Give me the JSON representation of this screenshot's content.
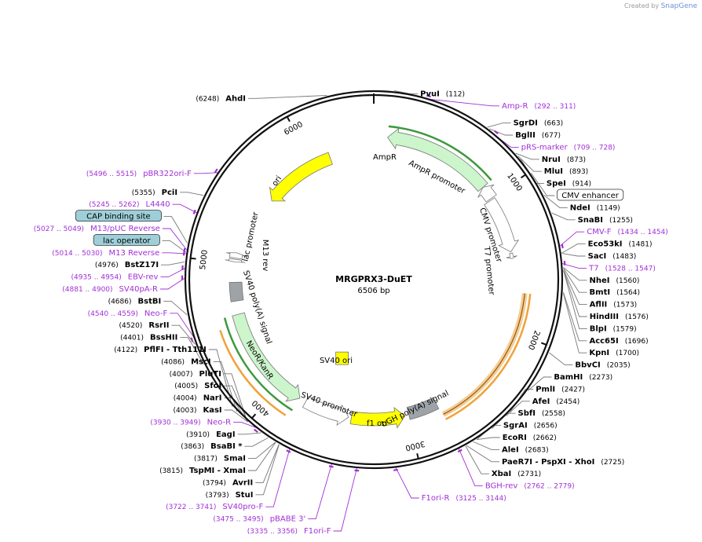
{
  "credit": {
    "created_by": "Created by",
    "brand": "SnapGene"
  },
  "plasmid": {
    "name": "MRGPRX3-DuET",
    "length": "6506 bp",
    "total_bp": 6506
  },
  "ticks": [
    {
      "bp": 1000,
      "label": "1000"
    },
    {
      "bp": 2000,
      "label": "2000"
    },
    {
      "bp": 3000,
      "label": "3000"
    },
    {
      "bp": 4000,
      "label": "4000"
    },
    {
      "bp": 5000,
      "label": "5000"
    },
    {
      "bp": 6000,
      "label": "6000"
    }
  ],
  "enzymes": [
    {
      "name": "PvuI",
      "pos": "(112)",
      "bp": 112,
      "side": "R"
    },
    {
      "name": "SgrDI",
      "pos": "(663)",
      "bp": 663,
      "side": "R"
    },
    {
      "name": "BglII",
      "pos": "(677)",
      "bp": 677,
      "side": "R"
    },
    {
      "name": "NruI",
      "pos": "(873)",
      "bp": 873,
      "side": "R"
    },
    {
      "name": "MluI",
      "pos": "(893)",
      "bp": 893,
      "side": "R"
    },
    {
      "name": "SpeI",
      "pos": "(914)",
      "bp": 914,
      "side": "R"
    },
    {
      "name": "NdeI",
      "pos": "(1149)",
      "bp": 1149,
      "side": "R"
    },
    {
      "name": "SnaBI",
      "pos": "(1255)",
      "bp": 1255,
      "side": "R"
    },
    {
      "name": "Eco53kI",
      "pos": "(1481)",
      "bp": 1481,
      "side": "R"
    },
    {
      "name": "SacI",
      "pos": "(1483)",
      "bp": 1483,
      "side": "R"
    },
    {
      "name": "NheI",
      "pos": "(1560)",
      "bp": 1560,
      "side": "R"
    },
    {
      "name": "BmtI",
      "pos": "(1564)",
      "bp": 1564,
      "side": "R"
    },
    {
      "name": "AflII",
      "pos": "(1573)",
      "bp": 1573,
      "side": "R"
    },
    {
      "name": "HindIII",
      "pos": "(1576)",
      "bp": 1576,
      "side": "R"
    },
    {
      "name": "BlpI",
      "pos": "(1579)",
      "bp": 1579,
      "side": "R"
    },
    {
      "name": "Acc65I",
      "pos": "(1696)",
      "bp": 1696,
      "side": "R"
    },
    {
      "name": "KpnI",
      "pos": "(1700)",
      "bp": 1700,
      "side": "R"
    },
    {
      "name": "BbvCI",
      "pos": "(2035)",
      "bp": 2035,
      "side": "R"
    },
    {
      "name": "BamHI",
      "pos": "(2273)",
      "bp": 2273,
      "side": "R"
    },
    {
      "name": "PmlI",
      "pos": "(2427)",
      "bp": 2427,
      "side": "R"
    },
    {
      "name": "AfeI",
      "pos": "(2454)",
      "bp": 2454,
      "side": "R"
    },
    {
      "name": "SbfI",
      "pos": "(2558)",
      "bp": 2558,
      "side": "R"
    },
    {
      "name": "SgrAI",
      "pos": "(2656)",
      "bp": 2656,
      "side": "R"
    },
    {
      "name": "EcoRI",
      "pos": "(2662)",
      "bp": 2662,
      "side": "R"
    },
    {
      "name": "AleI",
      "pos": "(2683)",
      "bp": 2683,
      "side": "R"
    },
    {
      "name": "PaeR7I - PspXI - XhoI",
      "pos": "(2725)",
      "bp": 2725,
      "side": "R"
    },
    {
      "name": "XbaI",
      "pos": "(2731)",
      "bp": 2731,
      "side": "R"
    },
    {
      "name": "StuI",
      "pos": "(3793)",
      "bp": 3793,
      "side": "L"
    },
    {
      "name": "AvrII",
      "pos": "(3794)",
      "bp": 3794,
      "side": "L"
    },
    {
      "name": "TspMI - XmaI",
      "pos": "(3815)",
      "bp": 3815,
      "side": "L"
    },
    {
      "name": "SmaI",
      "pos": "(3817)",
      "bp": 3817,
      "side": "L"
    },
    {
      "name": "BsaBI *",
      "pos": "(3863)",
      "bp": 3863,
      "side": "L"
    },
    {
      "name": "EagI",
      "pos": "(3910)",
      "bp": 3910,
      "side": "L"
    },
    {
      "name": "KasI",
      "pos": "(4003)",
      "bp": 4003,
      "side": "L"
    },
    {
      "name": "NarI",
      "pos": "(4004)",
      "bp": 4004,
      "side": "L"
    },
    {
      "name": "SfoI",
      "pos": "(4005)",
      "bp": 4005,
      "side": "L"
    },
    {
      "name": "PluTI",
      "pos": "(4007)",
      "bp": 4007,
      "side": "L"
    },
    {
      "name": "MscI",
      "pos": "(4086)",
      "bp": 4086,
      "side": "L"
    },
    {
      "name": "PflFI - Tth111I",
      "pos": "(4122)",
      "bp": 4122,
      "side": "L"
    },
    {
      "name": "BssHII",
      "pos": "(4401)",
      "bp": 4401,
      "side": "L"
    },
    {
      "name": "RsrII",
      "pos": "(4520)",
      "bp": 4520,
      "side": "L"
    },
    {
      "name": "BstBI",
      "pos": "(4686)",
      "bp": 4686,
      "side": "L"
    },
    {
      "name": "BstZ17I",
      "pos": "(4976)",
      "bp": 4976,
      "side": "L"
    },
    {
      "name": "PciI",
      "pos": "(5355)",
      "bp": 5355,
      "side": "L"
    },
    {
      "name": "AhdI",
      "pos": "(6248)",
      "bp": 6248,
      "side": "L"
    }
  ],
  "primers": [
    {
      "name": "Amp-R",
      "pos": "(292 .. 311)",
      "bp": 301,
      "side": "R"
    },
    {
      "name": "pRS-marker",
      "pos": "(709 .. 728)",
      "bp": 718,
      "side": "R"
    },
    {
      "name": "CMV-F",
      "pos": "(1434 .. 1454)",
      "bp": 1444,
      "side": "R"
    },
    {
      "name": "T7",
      "pos": "(1528 .. 1547)",
      "bp": 1537,
      "side": "R"
    },
    {
      "name": "BGH-rev",
      "pos": "(2762 .. 2779)",
      "bp": 2770,
      "side": "R"
    },
    {
      "name": "F1ori-R",
      "pos": "(3125 .. 3144)",
      "bp": 3134,
      "side": "R"
    },
    {
      "name": "F1ori-F",
      "pos": "(3335 .. 3356)",
      "bp": 3345,
      "side": "L"
    },
    {
      "name": "pBABE 3'",
      "pos": "(3475 .. 3495)",
      "bp": 3485,
      "side": "L"
    },
    {
      "name": "SV40pro-F",
      "pos": "(3722 .. 3741)",
      "bp": 3731,
      "side": "L"
    },
    {
      "name": "Neo-R",
      "pos": "(3930 .. 3949)",
      "bp": 3939,
      "side": "L"
    },
    {
      "name": "Neo-F",
      "pos": "(4540 .. 4559)",
      "bp": 4549,
      "side": "L"
    },
    {
      "name": "SV40pA-R",
      "pos": "(4881 .. 4900)",
      "bp": 4890,
      "side": "L"
    },
    {
      "name": "EBV-rev",
      "pos": "(4935 .. 4954)",
      "bp": 4944,
      "side": "L"
    },
    {
      "name": "M13 Reverse",
      "pos": "(5014 .. 5030)",
      "bp": 5022,
      "side": "L"
    },
    {
      "name": "M13/pUC Reverse",
      "pos": "(5027 .. 5049)",
      "bp": 5038,
      "side": "L"
    },
    {
      "name": "L4440",
      "pos": "(5245 .. 5262)",
      "bp": 5253,
      "side": "L"
    },
    {
      "name": "pBR322ori-F",
      "pos": "(5496 .. 5515)",
      "bp": 5505,
      "side": "L"
    }
  ],
  "boxed_features": [
    {
      "name": "CMV enhancer",
      "bp": 1010,
      "fill": "#ffffff"
    },
    {
      "name": "CAP binding site",
      "bp": 5080,
      "fill": "#9ecfd9"
    },
    {
      "name": "lac operator",
      "bp": 5030,
      "fill": "#9ecfd9"
    }
  ],
  "features": [
    {
      "name": "AmpR",
      "start": 100,
      "end": 900,
      "color": "#ccf5cc",
      "dir": "ccw"
    },
    {
      "name": "AmpR promoter",
      "start": 900,
      "end": 1000,
      "color": "#ffffff",
      "dir": "ccw"
    },
    {
      "name": "CMV promoter",
      "start": 1010,
      "end": 1420,
      "color": "#ffffff",
      "dir": "cw"
    },
    {
      "name": "T7 promoter",
      "start": 1430,
      "end": 1470,
      "color": "#ffffff",
      "dir": "cw"
    },
    {
      "name": "MRGPRX3",
      "start": 1720,
      "end": 2760,
      "color": "#ffffff",
      "dir": "cw"
    },
    {
      "name": "bGH poly(A) signal",
      "start": 2770,
      "end": 2990,
      "color": "#9ea3a8",
      "dir": "none"
    },
    {
      "name": "f1 ori",
      "start": 3020,
      "end": 3420,
      "color": "#ffff00",
      "dir": "ccw"
    },
    {
      "name": "SV40 promoter",
      "start": 3440,
      "end": 3780,
      "color": "#ffffff",
      "dir": "ccw"
    },
    {
      "name": "SV40 ori",
      "start": 3600,
      "end": 3740,
      "color": "#ffff00",
      "dir": "none"
    },
    {
      "name": "NeoR/KanR",
      "start": 3830,
      "end": 4620,
      "color": "#ccf5cc",
      "dir": "ccw"
    },
    {
      "name": "SV40 poly(A) signal",
      "start": 4720,
      "end": 4860,
      "color": "#9ea3a8",
      "dir": "none"
    },
    {
      "name": "lac promoter",
      "start": 5040,
      "end": 5080,
      "color": "#ffffff",
      "dir": "cw"
    },
    {
      "name": "M13 rev",
      "start": 5010,
      "end": 5030,
      "color": "#ffffff",
      "dir": "ccw"
    },
    {
      "name": "ori",
      "start": 5560,
      "end": 6150,
      "color": "#ffff00",
      "dir": "ccw"
    }
  ]
}
